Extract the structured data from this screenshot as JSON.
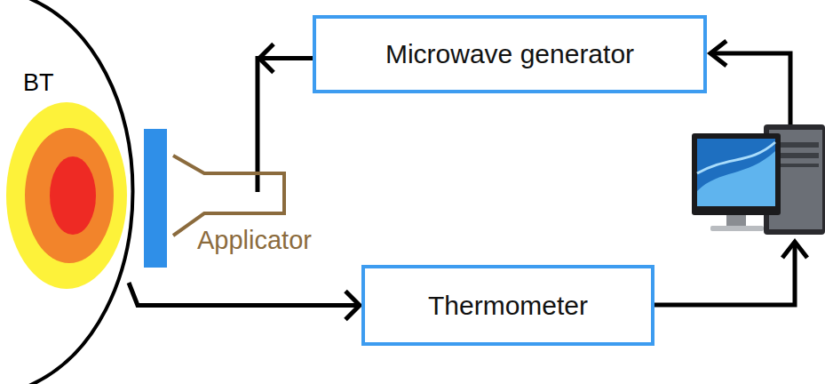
{
  "diagram": {
    "nodes": [
      {
        "text": [
          "BT"
        ]
      },
      {
        "text": [
          "Microwave generator"
        ]
      },
      {
        "text": [
          "Applicator"
        ]
      },
      {
        "text": [
          "Thermometer"
        ]
      }
    ],
    "edges": [
      {
        "from": 1,
        "to": 2,
        "arrow": "to"
      },
      {
        "from": 0,
        "to": 3,
        "arrow": "to"
      }
    ]
  }
}
